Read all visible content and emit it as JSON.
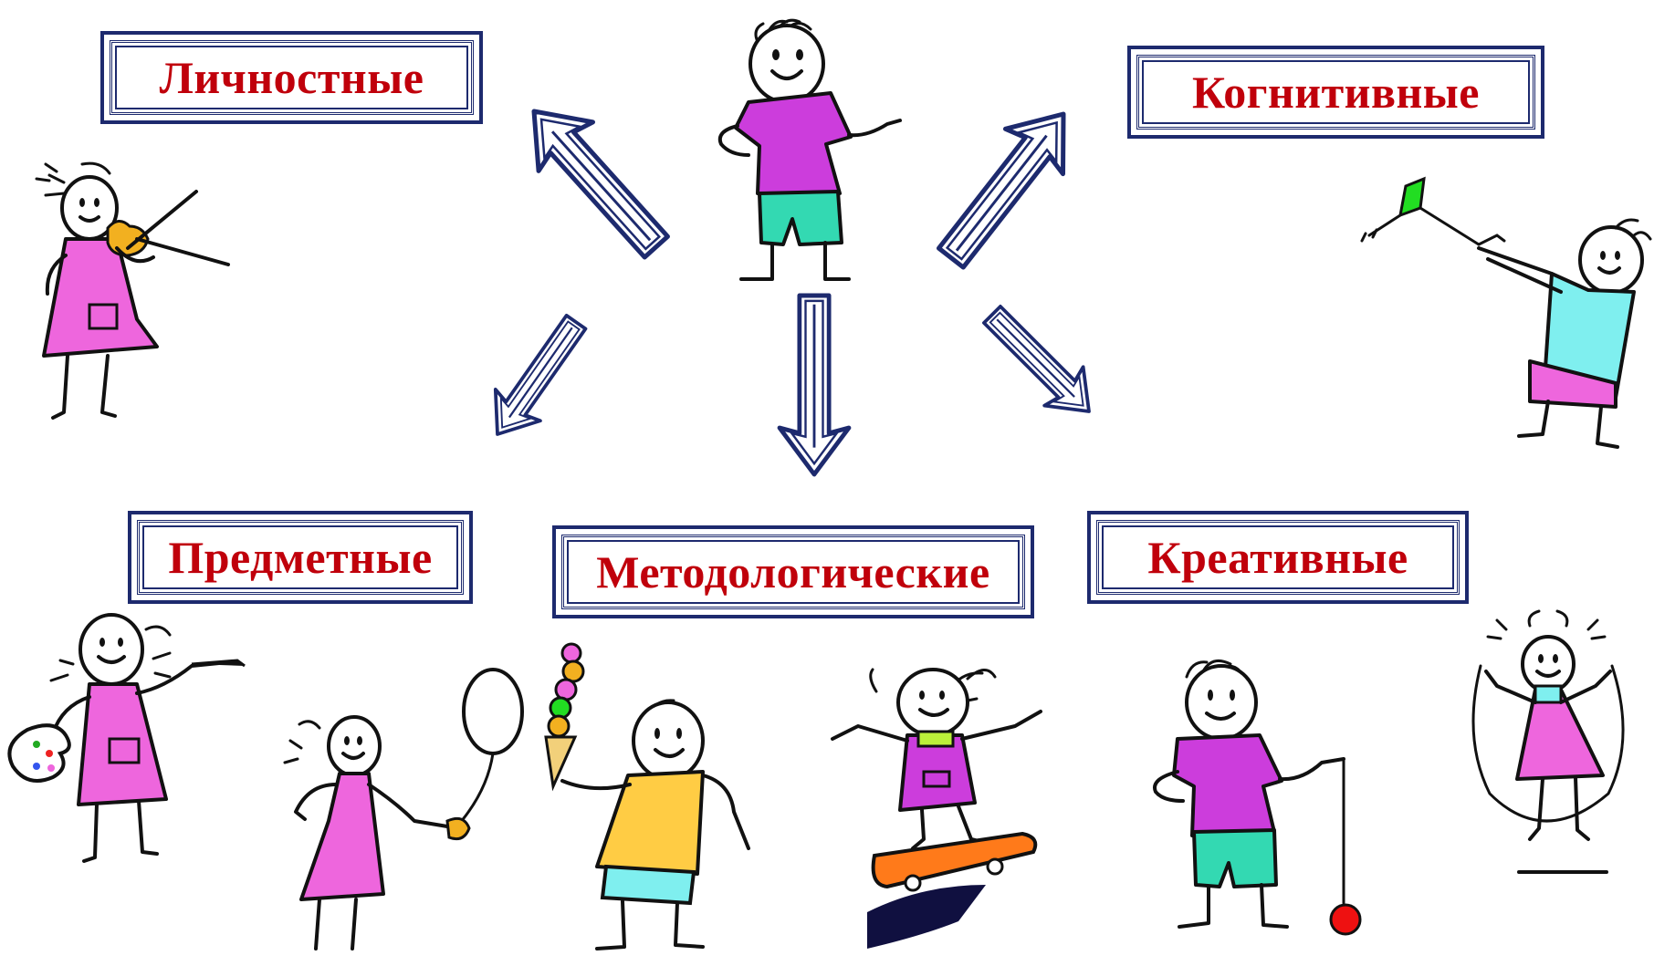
{
  "labels": {
    "personal": "Личностные",
    "cognitive": "Когнитивные",
    "subject": "Предметные",
    "methodological": "Методологические",
    "creative": "Креативные"
  },
  "colors": {
    "label_text": "#c0000b",
    "frame": "#1d2a6e",
    "arrow": "#1d2a6e",
    "purple_shirt": "#cc3ddc",
    "pink_dress": "#ee66dd",
    "teal_shorts": "#33d9b2",
    "light_blue_shirt": "#7fefef",
    "orange_shirt": "#ffcc44",
    "skateboard": "#ff7a1a",
    "violin": "#f2b020",
    "kite": "#22dd22",
    "yoyo": "#ee1111"
  },
  "icons": [
    "central-boy-icon",
    "violin-girl-icon",
    "kite-boy-icon",
    "painter-girl-icon",
    "balloon-girl-icon",
    "ice-cream-boy-icon",
    "skateboard-girl-icon",
    "yoyo-boy-icon",
    "jump-rope-girl-icon"
  ]
}
